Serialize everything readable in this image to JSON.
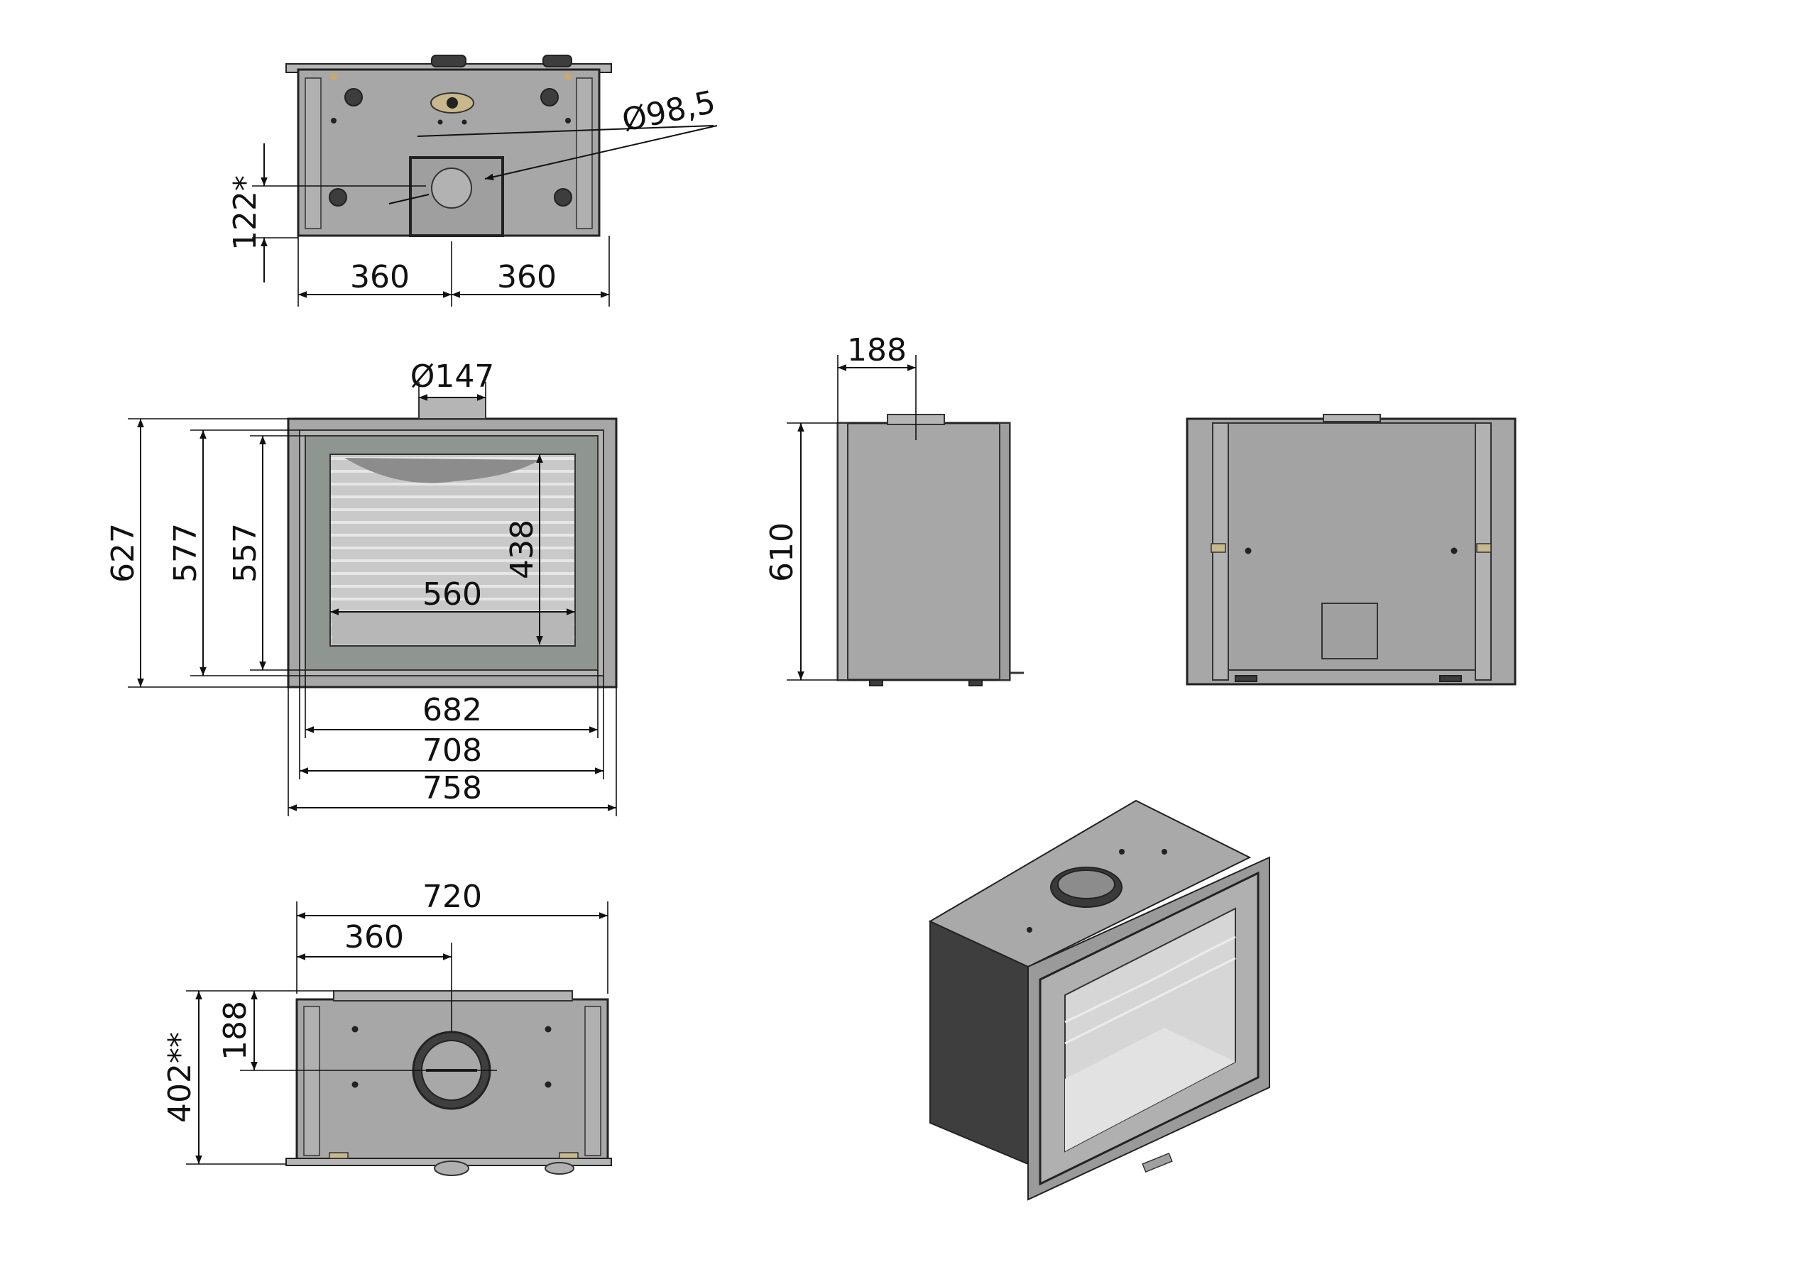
{
  "colors": {
    "body": "#a7a7a7",
    "dark": "#3d3d3d",
    "line": "#111111",
    "glass": "#d6d6d6"
  },
  "top_view": {
    "diameter": "Ø98,5",
    "offset_vertical": "122*",
    "left_width": "360",
    "right_width": "360"
  },
  "front_view": {
    "collar_diameter": "Ø147",
    "height_outer": "627",
    "height_mid": "577",
    "height_inner": "557",
    "glass_height": "438",
    "glass_width": "560",
    "width_682": "682",
    "width_708": "708",
    "width_758": "758"
  },
  "side_view": {
    "collar_offset": "188",
    "height": "610"
  },
  "bottom_view": {
    "width": "720",
    "half_width": "360",
    "depth_188": "188",
    "depth_402": "402**"
  }
}
